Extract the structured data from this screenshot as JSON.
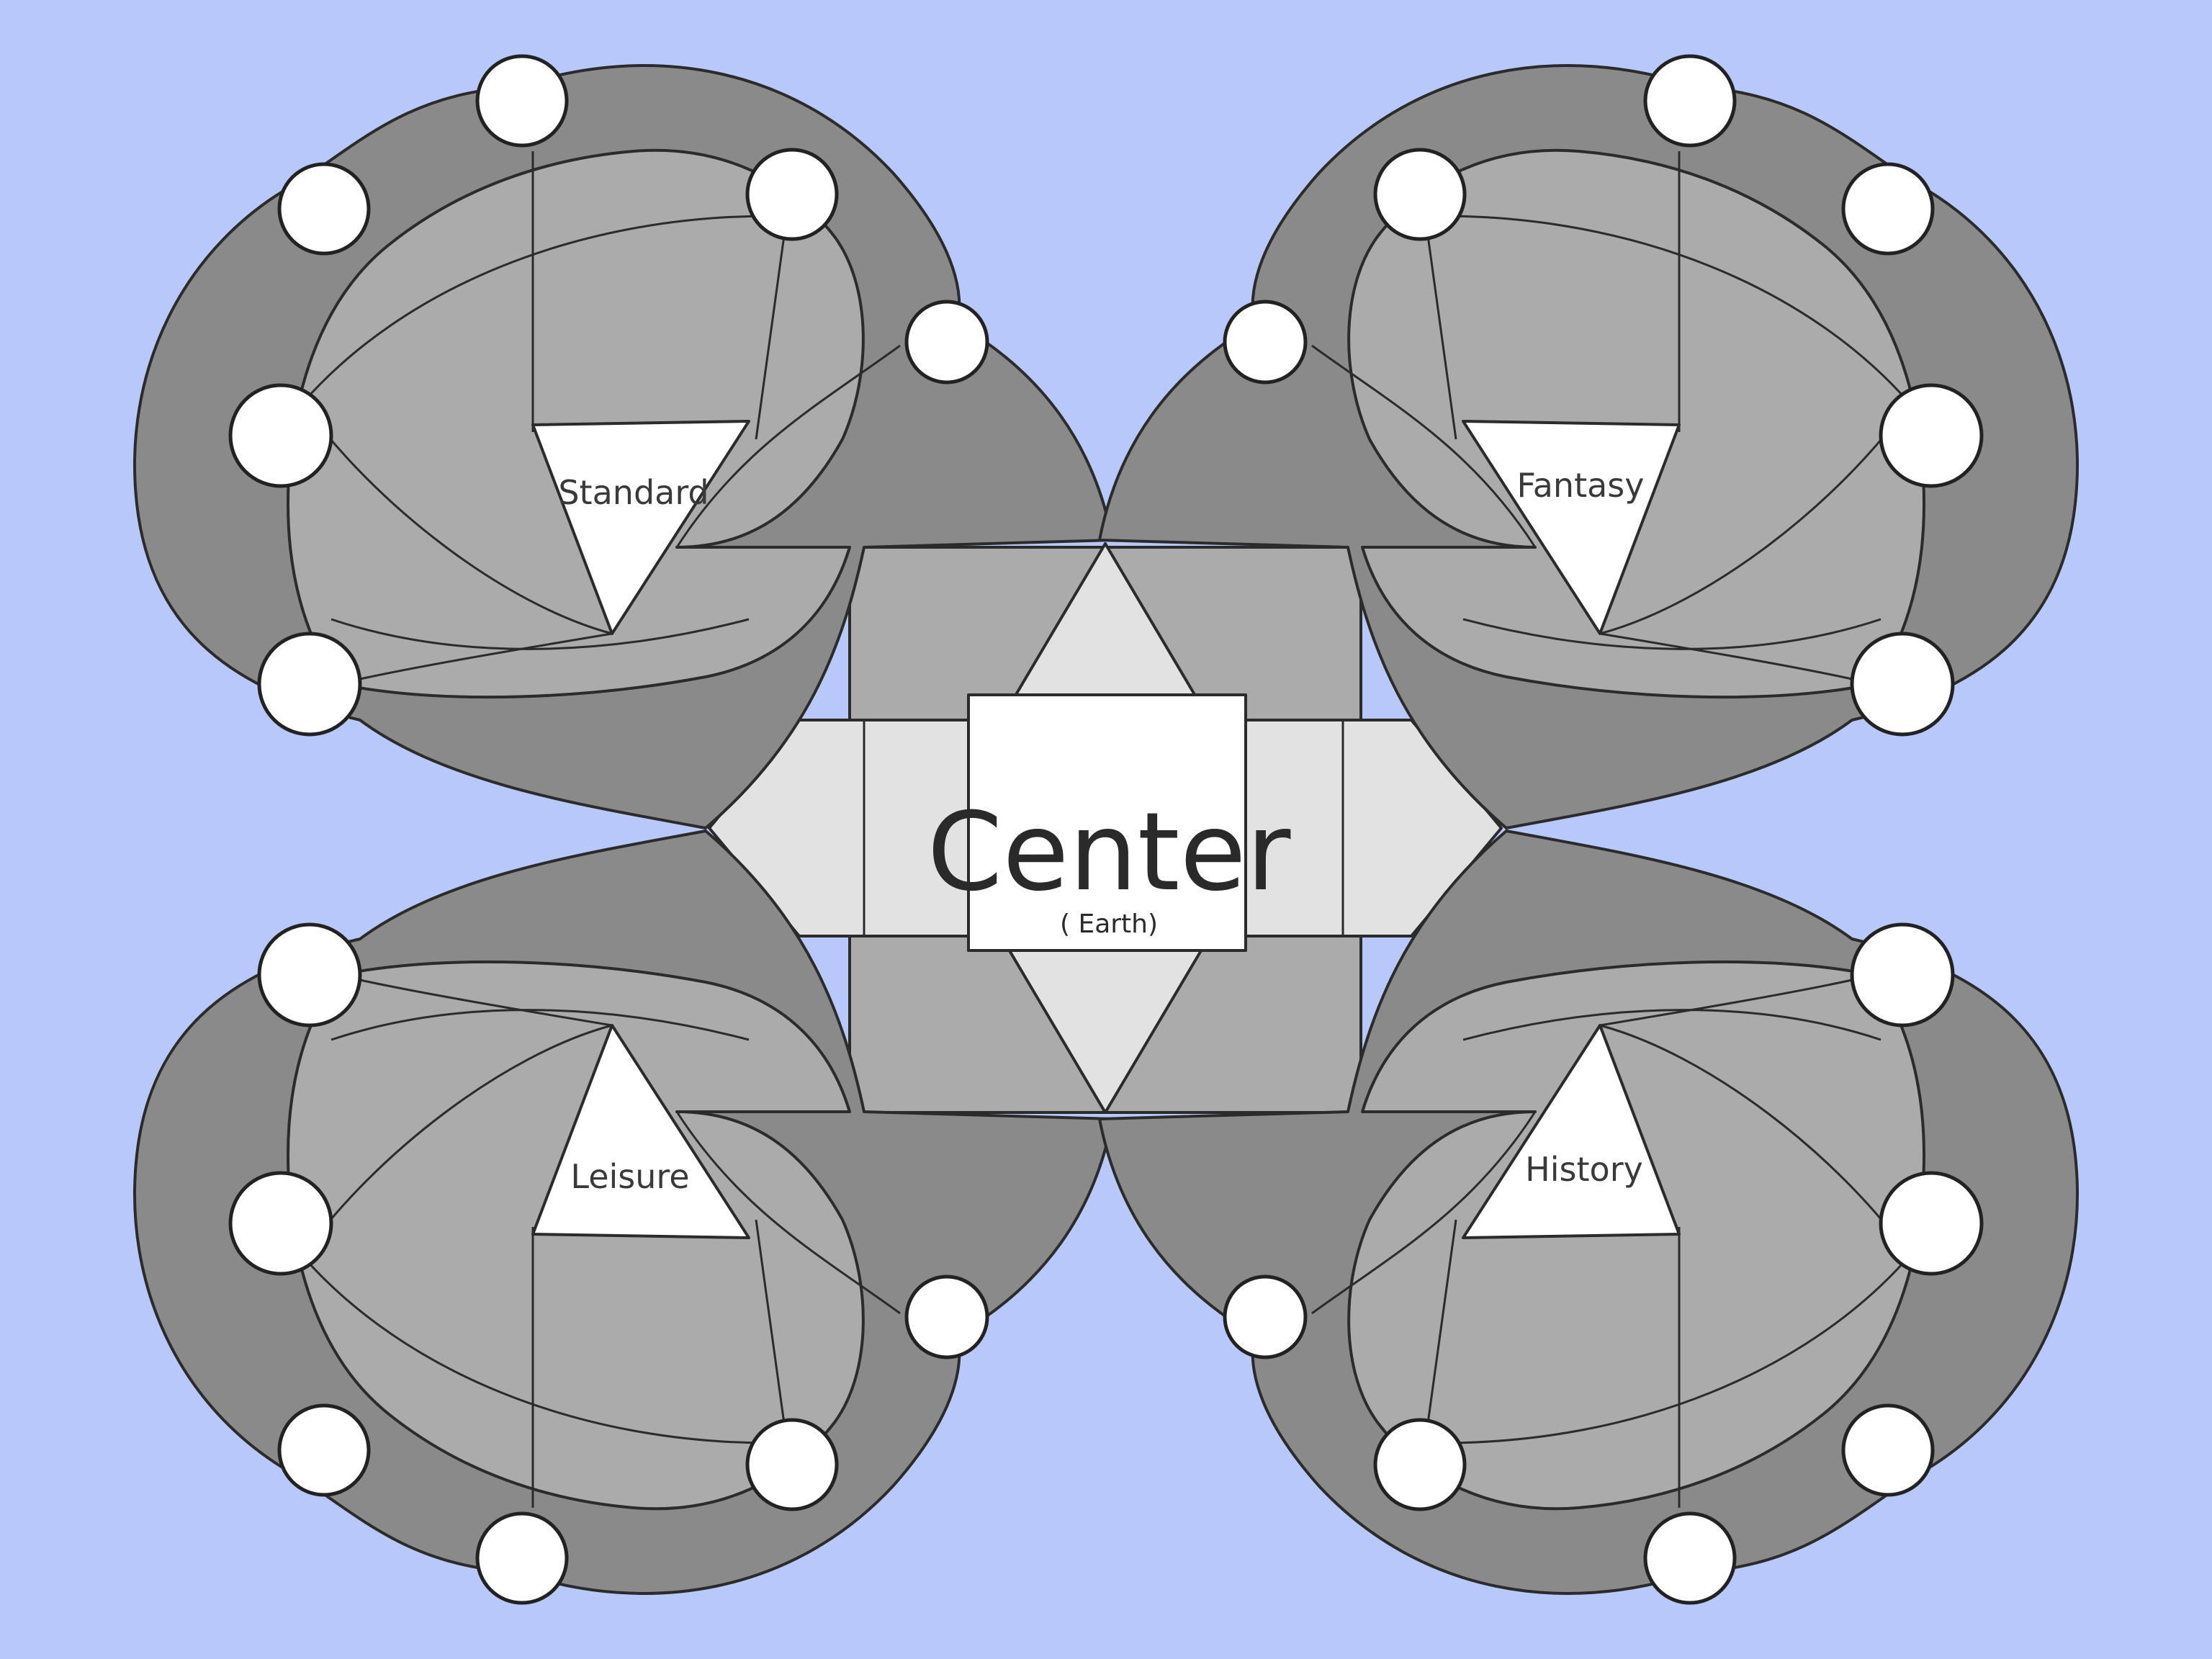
{
  "colors": {
    "background": "#b9c8fa",
    "dark_gray": "#8a8a8a",
    "mid_gray": "#ababab",
    "light_gray": "#e2e2e2",
    "node": "#ffffff",
    "outline": "#2b2b2b"
  },
  "center": {
    "title": "Center",
    "subtitle": "( Earth)"
  },
  "hubs": [
    {
      "id": "standard",
      "label": "Standard"
    },
    {
      "id": "fantasy",
      "label": "Fantasy"
    },
    {
      "id": "leisure",
      "label": "Leisure"
    },
    {
      "id": "history",
      "label": "History"
    }
  ]
}
